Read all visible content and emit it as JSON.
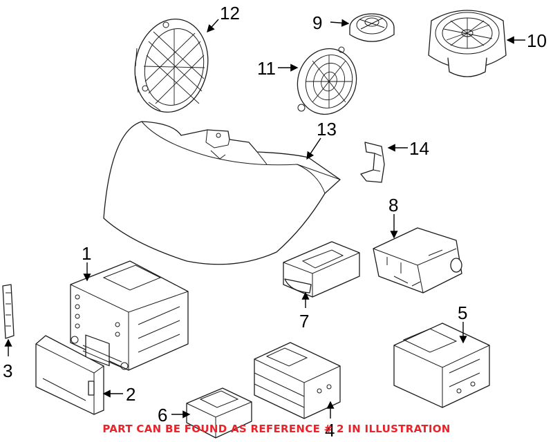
{
  "callouts": [
    {
      "id": "1",
      "label": "1"
    },
    {
      "id": "2",
      "label": "2"
    },
    {
      "id": "3",
      "label": "3"
    },
    {
      "id": "4",
      "label": "4"
    },
    {
      "id": "5",
      "label": "5"
    },
    {
      "id": "6",
      "label": "6"
    },
    {
      "id": "7",
      "label": "7"
    },
    {
      "id": "8",
      "label": "8"
    },
    {
      "id": "9",
      "label": "9"
    },
    {
      "id": "10",
      "label": "10"
    },
    {
      "id": "11",
      "label": "11"
    },
    {
      "id": "12",
      "label": "12"
    },
    {
      "id": "13",
      "label": "13"
    },
    {
      "id": "14",
      "label": "14"
    }
  ],
  "notice": {
    "text": "PART CAN BE FOUND AS REFERENCE # 2 IN ILLUSTRATION",
    "color": "#e8232a"
  }
}
